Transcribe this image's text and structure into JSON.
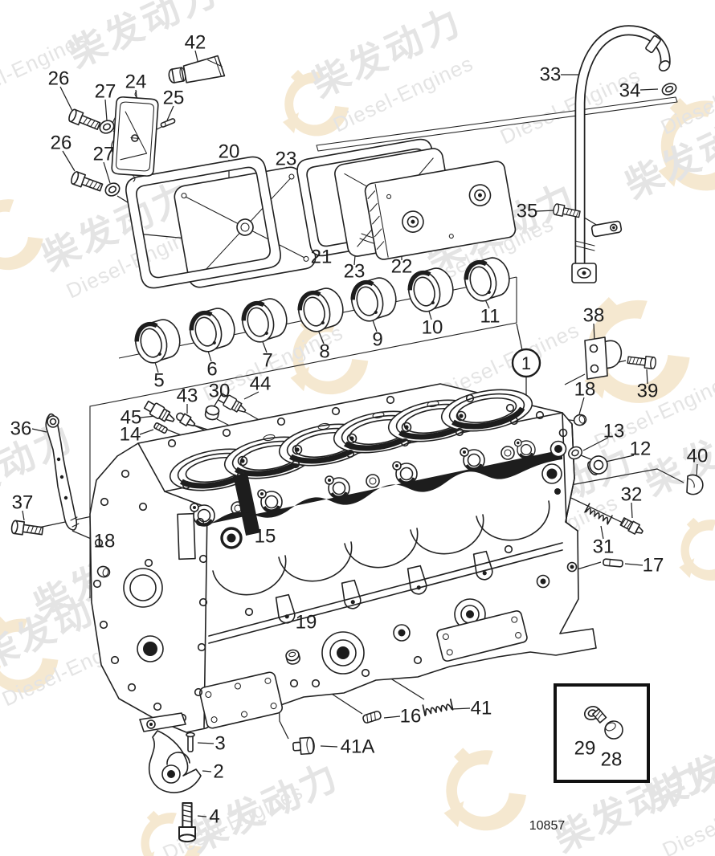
{
  "drawing_number": "10857",
  "watermark": {
    "cjk_text": "柴发动力",
    "latin_text": "Diesel-Engines",
    "text_color": "#e4e4e4",
    "logo_color": "#f5e8d0"
  },
  "colors": {
    "line": "#212121",
    "background": "#ffffff"
  },
  "callouts": {
    "n1": "1",
    "n2": "2",
    "n3": "3",
    "n4": "4",
    "n5": "5",
    "n6": "6",
    "n7": "7",
    "n8": "8",
    "n9": "9",
    "n10": "10",
    "n11": "11",
    "n12": "12",
    "n13": "13",
    "n14": "14",
    "n15": "15",
    "n16": "16",
    "n17": "17",
    "n18": "18",
    "n19": "19",
    "n20": "20",
    "n21": "21",
    "n22": "22",
    "n23": "23",
    "n24": "24",
    "n25": "25",
    "n26": "26",
    "n27": "27",
    "n28": "28",
    "n29": "29",
    "n30": "30",
    "n31": "31",
    "n32": "32",
    "n33": "33",
    "n34": "34",
    "n35": "35",
    "n36": "36",
    "n37": "37",
    "n38": "38",
    "n39": "39",
    "n40": "40",
    "n41": "41",
    "n41a": "41A",
    "n42": "42",
    "n43": "43",
    "n44": "44",
    "n45": "45"
  }
}
